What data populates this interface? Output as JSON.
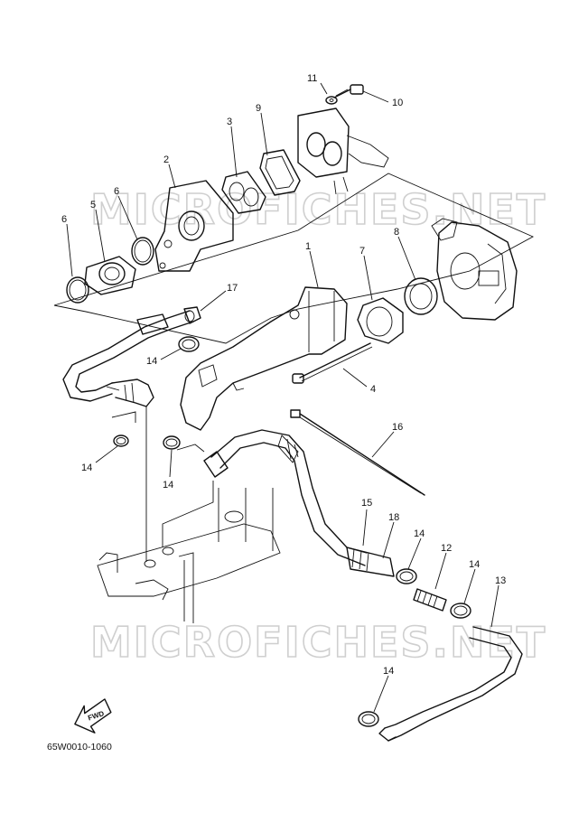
{
  "watermarks": [
    "MICROFICHES.NET",
    "MICROFICHES.NET"
  ],
  "callouts": [
    {
      "id": "c11",
      "label": "11"
    },
    {
      "id": "c10",
      "label": "10"
    },
    {
      "id": "c9",
      "label": "9"
    },
    {
      "id": "c3",
      "label": "3"
    },
    {
      "id": "c2",
      "label": "2"
    },
    {
      "id": "c6a",
      "label": "6"
    },
    {
      "id": "c5",
      "label": "5"
    },
    {
      "id": "c6b",
      "label": "6"
    },
    {
      "id": "c1",
      "label": "1"
    },
    {
      "id": "c7",
      "label": "7"
    },
    {
      "id": "c8",
      "label": "8"
    },
    {
      "id": "c17",
      "label": "17"
    },
    {
      "id": "c14a",
      "label": "14"
    },
    {
      "id": "c4",
      "label": "4"
    },
    {
      "id": "c16",
      "label": "16"
    },
    {
      "id": "c14b",
      "label": "14"
    },
    {
      "id": "c14c",
      "label": "14"
    },
    {
      "id": "c15",
      "label": "15"
    },
    {
      "id": "c18",
      "label": "18"
    },
    {
      "id": "c14d",
      "label": "14"
    },
    {
      "id": "c12",
      "label": "12"
    },
    {
      "id": "c14e",
      "label": "14"
    },
    {
      "id": "c13",
      "label": "13"
    },
    {
      "id": "c14f",
      "label": "14"
    }
  ],
  "fwd_label": "FWD",
  "drawing_code": "65W0010-1060"
}
